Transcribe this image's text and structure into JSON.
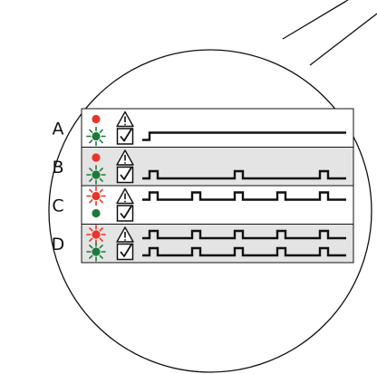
{
  "rows": [
    {
      "label": "A",
      "red_led": "on",
      "green_led": "blinking",
      "warning_signal": "none",
      "check_signal": "steady-high",
      "shaded": false
    },
    {
      "label": "B",
      "red_led": "on",
      "green_led": "blinking",
      "warning_signal": "none",
      "check_signal": "sparse-pulses",
      "shaded": true
    },
    {
      "label": "C",
      "red_led": "blinking",
      "green_led": "on",
      "warning_signal": "frequent-pulses",
      "check_signal": "none",
      "shaded": false
    },
    {
      "label": "D",
      "red_led": "blinking",
      "green_led": "blinking",
      "warning_signal": "frequent-pulses",
      "check_signal": "frequent-pulses",
      "shaded": true
    }
  ],
  "icons": {
    "led": "led-icon",
    "warning": "warning-triangle-icon",
    "check": "checkbox-icon"
  },
  "colors": {
    "red_led": "#e8352b",
    "green_led": "#1d7a3a",
    "shaded_row": "#e4e4e4",
    "line": "#111111"
  }
}
